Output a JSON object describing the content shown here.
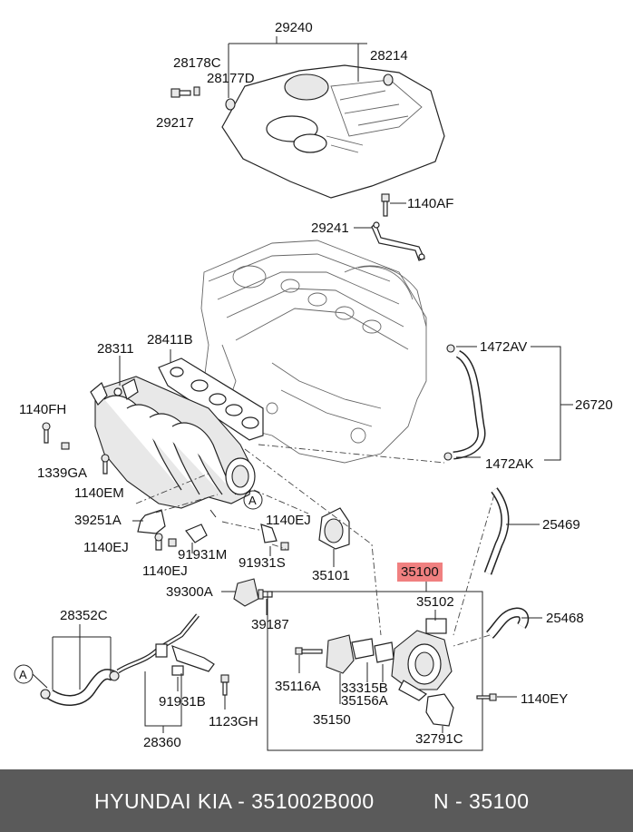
{
  "labels": {
    "p29240": "29240",
    "p28178C": "28178C",
    "p28177D": "28177D",
    "p28214": "28214",
    "p29217": "29217",
    "p1140AF": "1140AF",
    "p29241": "29241",
    "p28411B": "28411B",
    "p28311": "28311",
    "p1472AV": "1472AV",
    "p26720": "26720",
    "p1472AK": "1472AK",
    "p1140FH": "1140FH",
    "p1339GA": "1339GA",
    "p1140EM": "1140EM",
    "p39251A": "39251A",
    "p1140EJ_a": "1140EJ",
    "p1140EJ_b": "1140EJ",
    "p1140EJ_c": "1140EJ",
    "p91931M": "91931M",
    "p91931S": "91931S",
    "p35101": "35101",
    "p25469": "25469",
    "p35100": "35100",
    "p35102": "35102",
    "p25468": "25468",
    "p39300A": "39300A",
    "p39187": "39187",
    "p28352C": "28352C",
    "p35116A": "35116A",
    "p33315B": "33315B",
    "p35156A": "35156A",
    "p1140EY": "1140EY",
    "p35150": "35150",
    "p32791C": "32791C",
    "p91931B": "91931B",
    "p1123GH": "1123GH",
    "p28360": "28360",
    "refA1": "A",
    "refA2": "A"
  },
  "footer": {
    "brand": "HYUNDAI  KIA - 351002B000",
    "code": "N - 35100"
  },
  "colors": {
    "highlight": "#f08080",
    "footer_bg": "#5a5a5a"
  }
}
